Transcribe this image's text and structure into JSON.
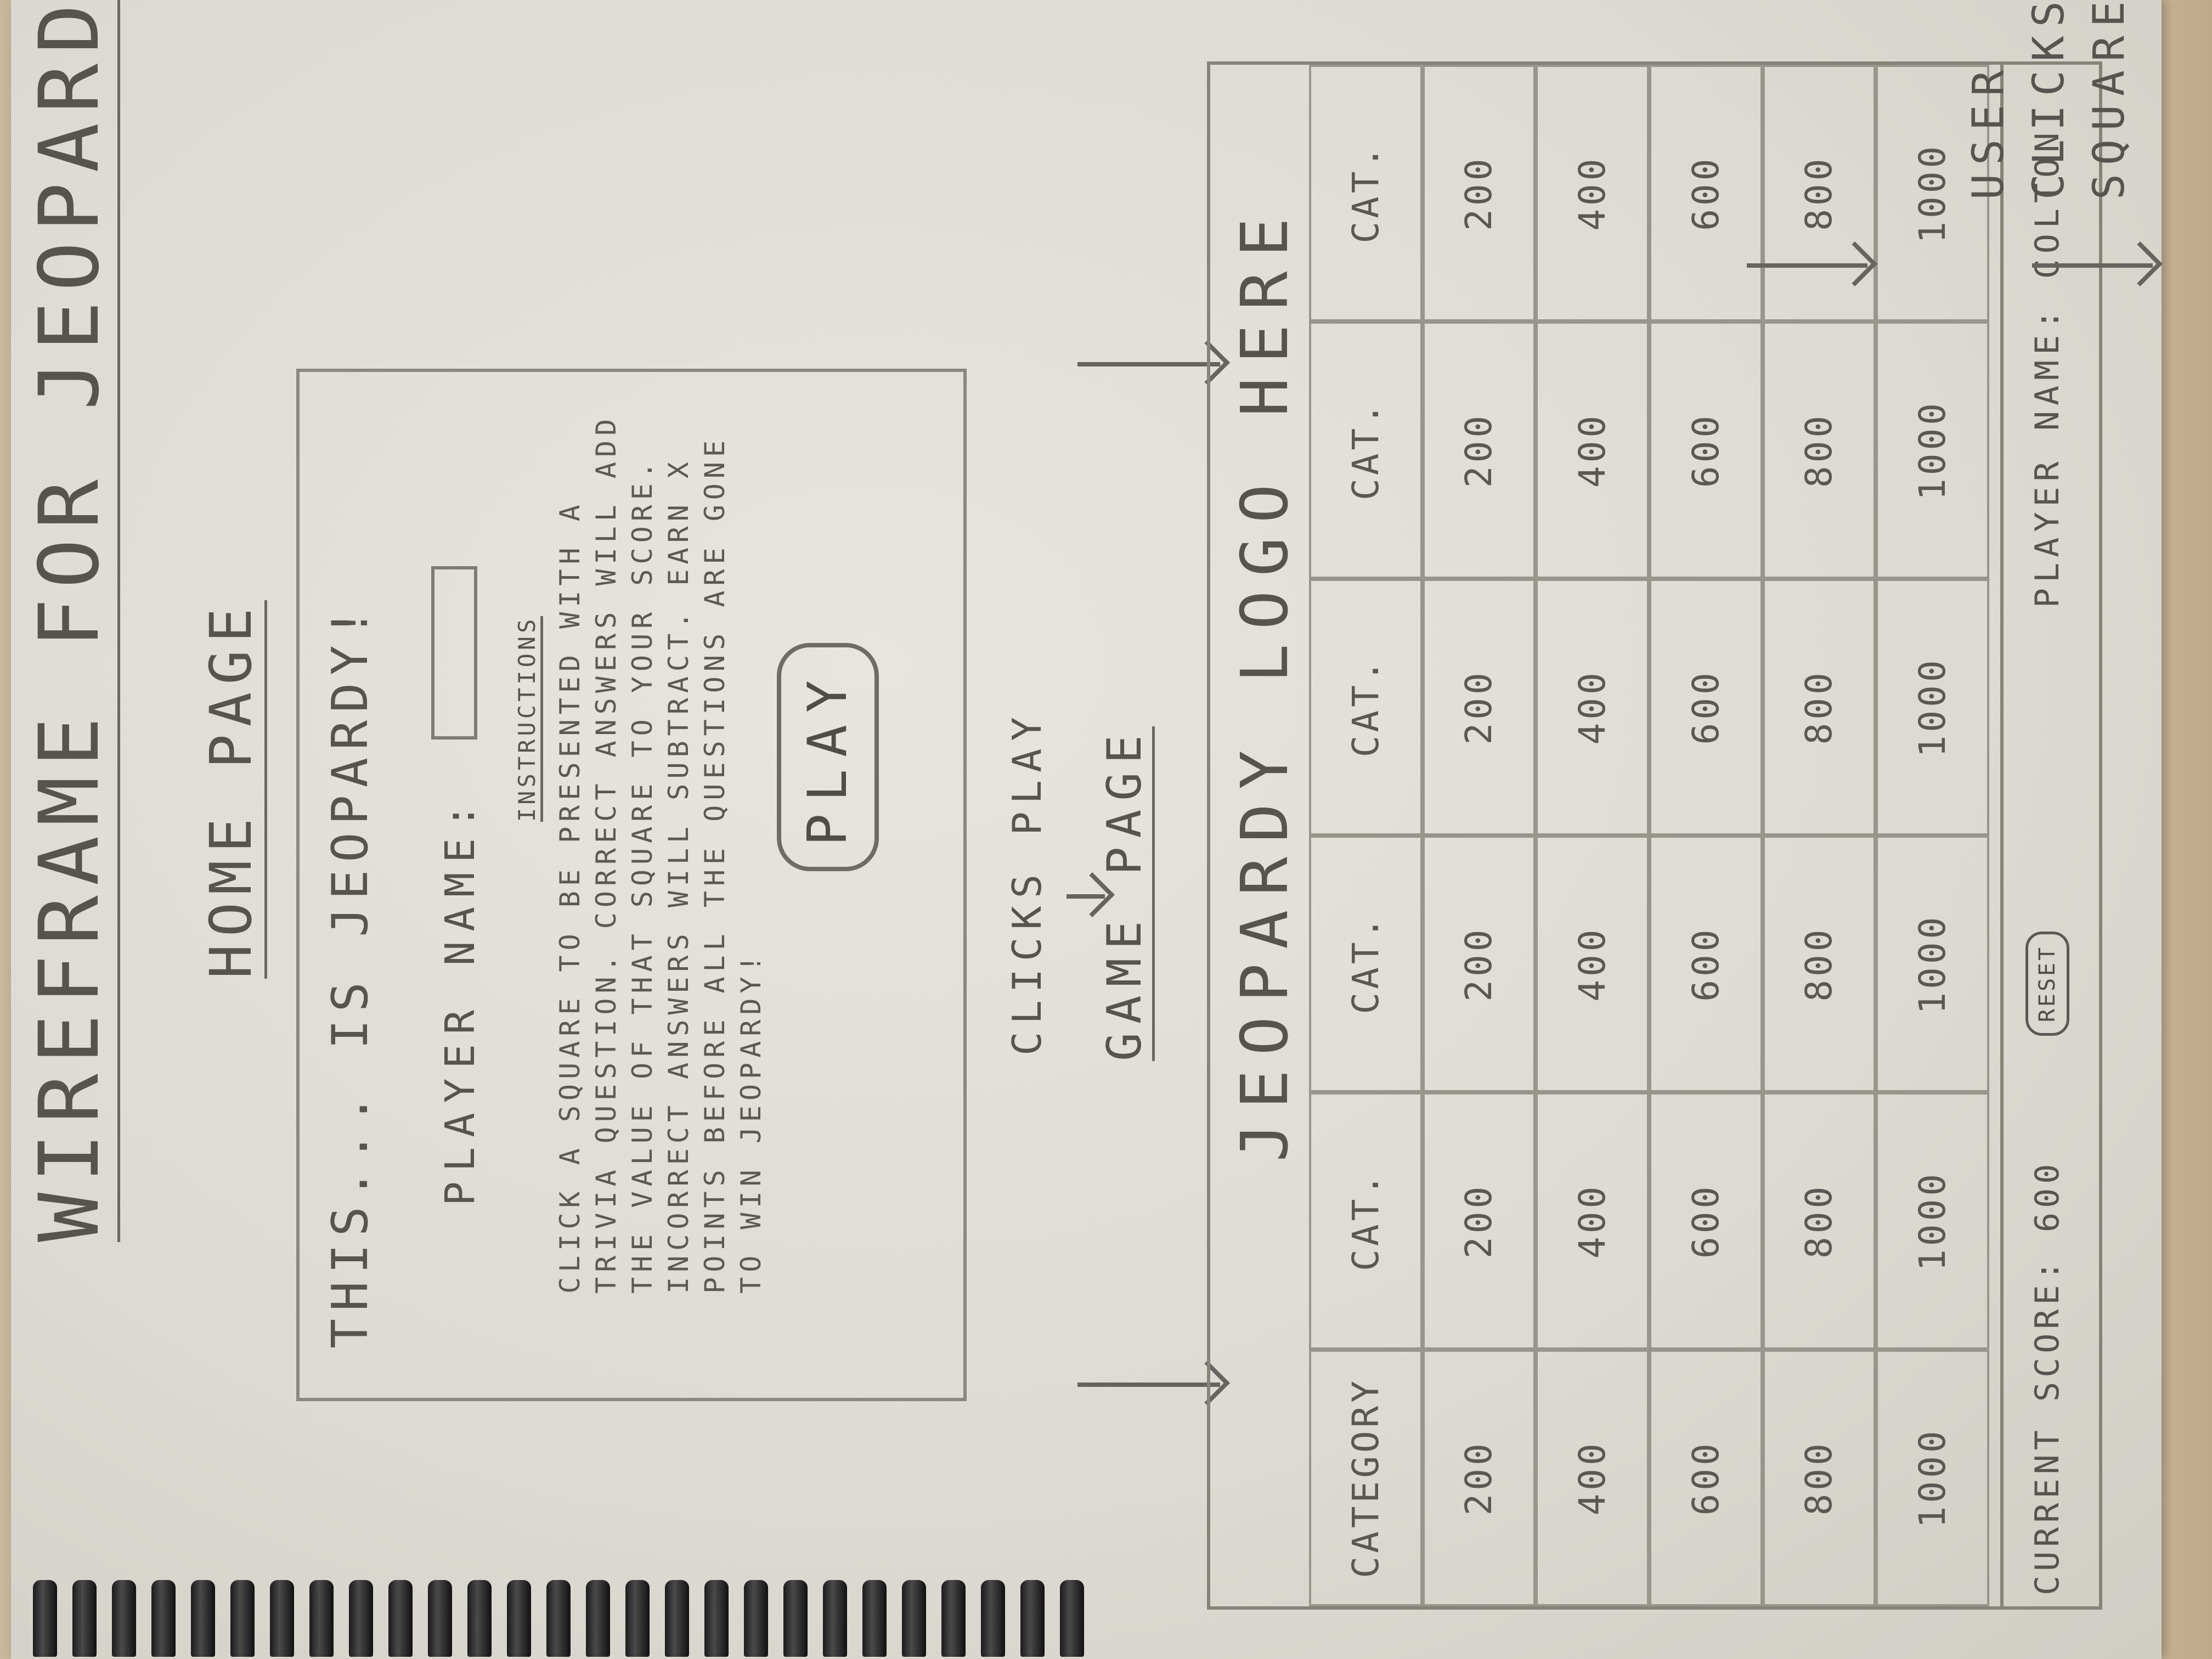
{
  "title": "WIREFRAME FOR JEOPARDY GAME",
  "home": {
    "label": "HOME PAGE",
    "heading": "THIS... IS JEOPARDY!",
    "player_label": "PLAYER NAME:",
    "instructions_heading": "INSTRUCTIONS",
    "instructions_text": "CLICK A SQUARE TO BE PRESENTED WITH A TRIVIA QUESTION. CORRECT ANSWERS WILL ADD THE VALUE OF THAT SQUARE TO YOUR SCORE. INCORRECT ANSWERS WILL SUBTRACT. EARN X POINTS BEFORE ALL THE QUESTIONS ARE GONE TO WIN JEOPARDY!",
    "play_label": "PLAY"
  },
  "flow": {
    "clicks_play": "CLICKS PLAY",
    "game_page": "GAME PAGE",
    "user_clicks_square": [
      "USER",
      "CLICKS",
      "SQUARE"
    ]
  },
  "game": {
    "logo_placeholder": "JEOPARDY LOGO HERE",
    "grid": [
      [
        "CATEGORY",
        "CAT.",
        "CAT.",
        "CAT.",
        "CAT.",
        "CAT."
      ],
      [
        "200",
        "200",
        "200",
        "200",
        "200",
        "200"
      ],
      [
        "400",
        "400",
        "400",
        "400",
        "400",
        "400"
      ],
      [
        "600",
        "600",
        "600",
        "600",
        "600",
        "600"
      ],
      [
        "800",
        "800",
        "800",
        "800",
        "800",
        "800"
      ],
      [
        "1000",
        "1000",
        "1000",
        "1000",
        "1000",
        "1000"
      ]
    ],
    "score_text": "CURRENT SCORE: 600",
    "reset_label": "RESET",
    "player_name_text": "PLAYER NAME: COLTON"
  },
  "colors": {
    "paper": "#e3e1da",
    "pencil": "#57554f",
    "spiral": "#1b1b1b"
  }
}
